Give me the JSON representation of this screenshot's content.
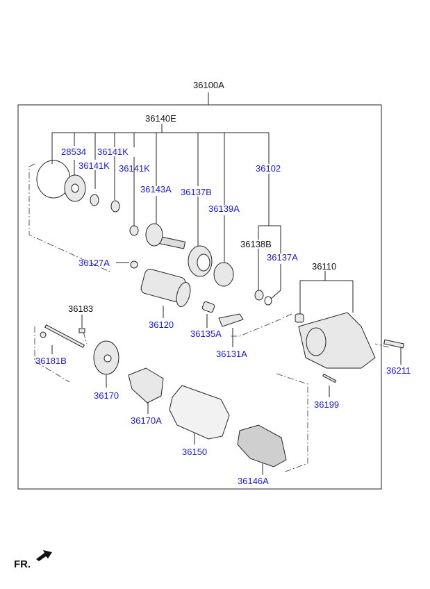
{
  "assembly": {
    "label": "36100A"
  },
  "subassembly": {
    "label": "36140E"
  },
  "parts": [
    {
      "label": "28534",
      "interactive": true
    },
    {
      "label": "36141K",
      "interactive": true
    },
    {
      "label": "36141K",
      "interactive": true
    },
    {
      "label": "36141K",
      "interactive": true
    },
    {
      "label": "36143A",
      "interactive": true
    },
    {
      "label": "36137B",
      "interactive": true
    },
    {
      "label": "36139A",
      "interactive": true
    },
    {
      "label": "36102",
      "interactive": true
    },
    {
      "label": "36138B",
      "interactive": false
    },
    {
      "label": "36137A",
      "interactive": true
    },
    {
      "label": "36110",
      "interactive": false
    },
    {
      "label": "36127A",
      "interactive": true
    },
    {
      "label": "36183",
      "interactive": false
    },
    {
      "label": "36181B",
      "interactive": true
    },
    {
      "label": "36120",
      "interactive": true
    },
    {
      "label": "36135A",
      "interactive": true
    },
    {
      "label": "36131A",
      "interactive": true
    },
    {
      "label": "36211",
      "interactive": true
    },
    {
      "label": "36170",
      "interactive": true
    },
    {
      "label": "36170A",
      "interactive": true
    },
    {
      "label": "36199",
      "interactive": true
    },
    {
      "label": "36150",
      "interactive": true
    },
    {
      "label": "36146A",
      "interactive": true
    }
  ],
  "orientation": {
    "label": "FR."
  },
  "colors": {
    "link": "#1a1ae6",
    "text": "#111111",
    "line": "#222222"
  }
}
